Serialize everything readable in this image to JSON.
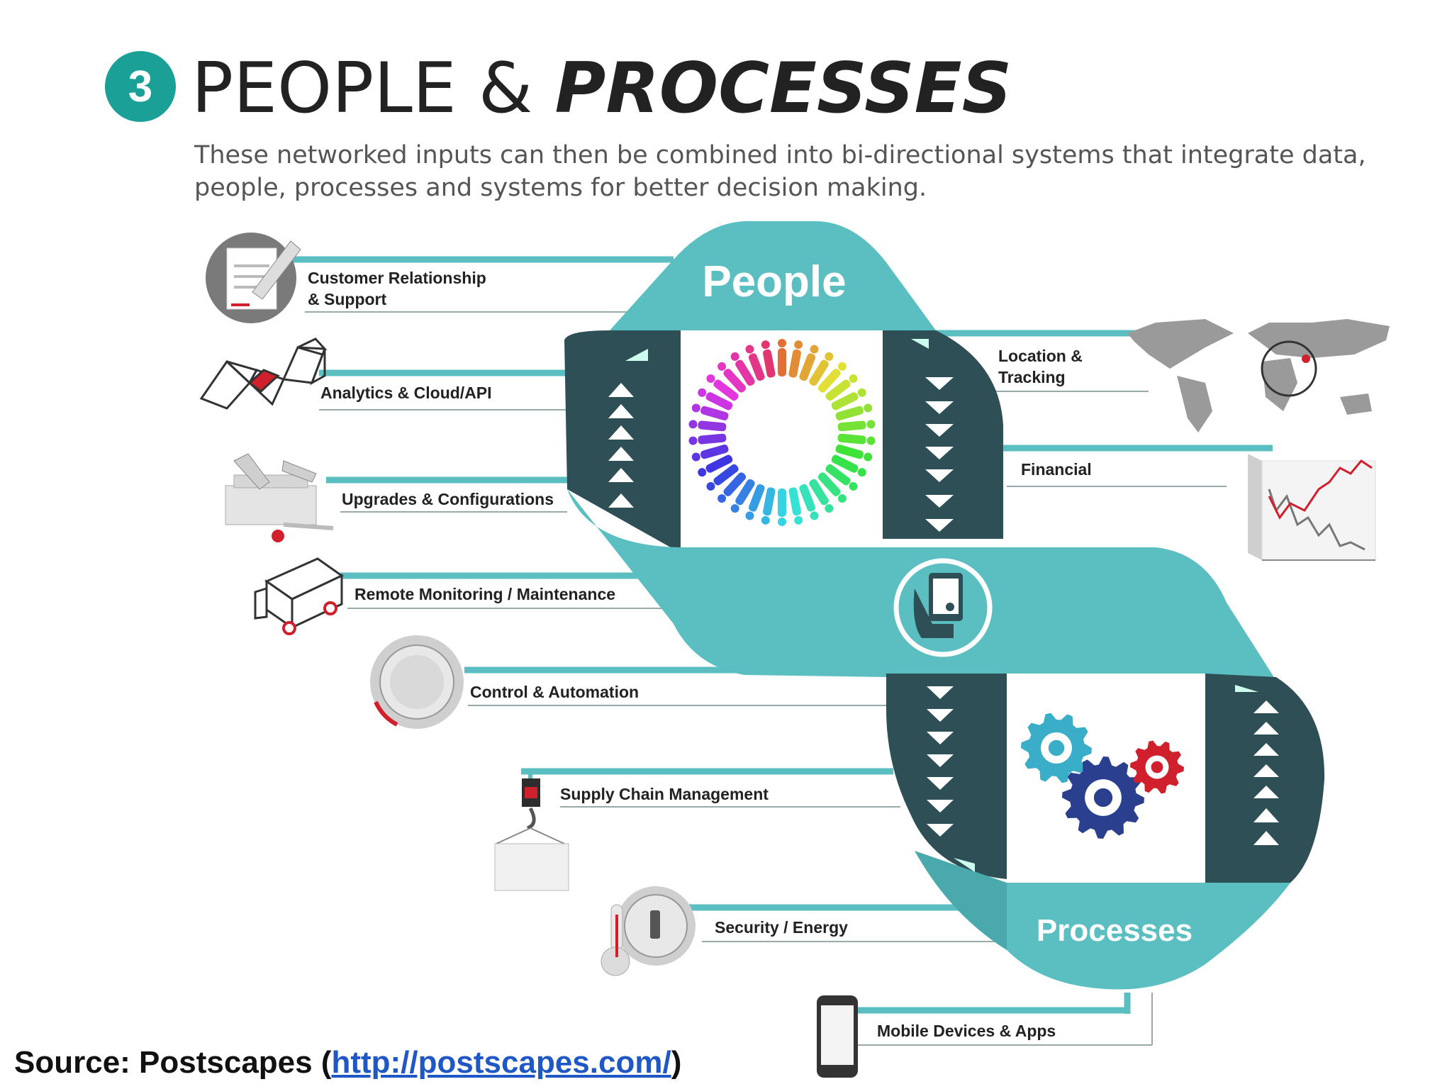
{
  "header": {
    "step_number": "3",
    "title_plain": "PEOPLE & ",
    "title_bold": "PROCESSES",
    "subtitle_line1": "These networked inputs can then be combined into bi-directional systems that integrate data,",
    "subtitle_line2": "people, processes and systems for better decision making."
  },
  "ribbon": {
    "top_label": "People",
    "bottom_label": "Processes"
  },
  "left_items": [
    {
      "line1": "Customer Relationship",
      "line2": "& Support",
      "icon": "document-pencil-icon"
    },
    {
      "line1": "Analytics & Cloud/API",
      "icon": "network-mesh-icon"
    },
    {
      "line1": "Upgrades & Configurations",
      "icon": "toolbox-icon"
    },
    {
      "line1": "Remote Monitoring / Maintenance",
      "icon": "truck-icon"
    },
    {
      "line1": "Control & Automation",
      "icon": "dial-knob-icon"
    },
    {
      "line1": "Supply Chain Management",
      "icon": "crane-hook-icon"
    },
    {
      "line1": "Security / Energy",
      "icon": "lock-thermometer-icon"
    },
    {
      "line1": "Mobile Devices & Apps",
      "icon": "smartphone-icon"
    }
  ],
  "right_items": [
    {
      "line1": "Location &",
      "line2": "Tracking",
      "icon": "world-map-icon"
    },
    {
      "line1": "Financial",
      "icon": "stock-chart-icon"
    }
  ],
  "source": {
    "prefix": "Source: Postscapes (",
    "link": "http://postscapes.com/",
    "suffix": ")"
  },
  "colors": {
    "teal": "#5bbfc2",
    "dark_teal": "#2d4f55",
    "accent_badge": "#1aa096",
    "red": "#d0202e",
    "navy": "#2b3f8f",
    "cyan": "#3aaec9"
  }
}
